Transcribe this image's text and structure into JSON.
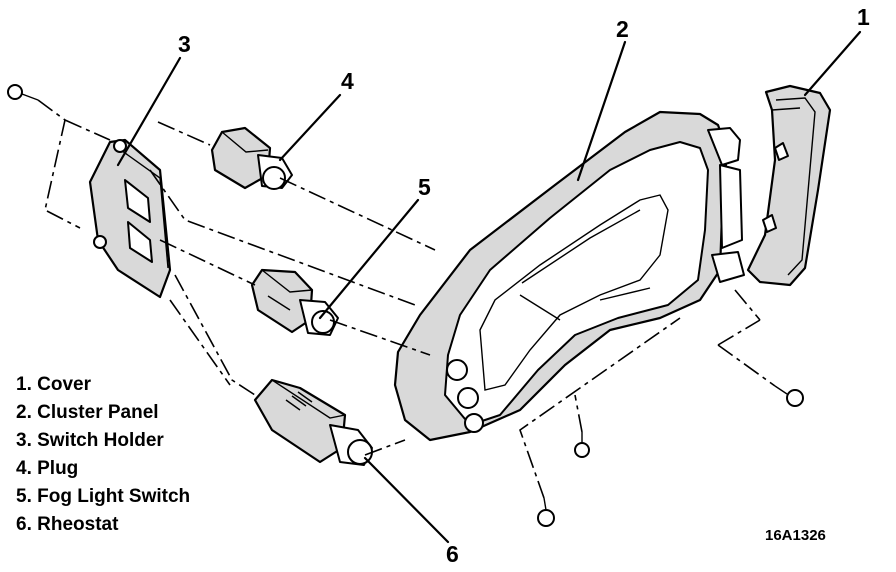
{
  "callouts": {
    "c1": "1",
    "c2": "2",
    "c3": "3",
    "c4": "4",
    "c5": "5",
    "c6": "6"
  },
  "legend": [
    "1. Cover",
    "2. Cluster Panel",
    "3. Switch Holder",
    "4. Plug",
    "5. Fog Light Switch",
    "6. Rheostat"
  ],
  "figure_code": "16A1326",
  "icons": [
    "screw-icon",
    "cover-part",
    "cluster-panel-part",
    "switch-holder-part",
    "plug-part",
    "fog-light-switch-part",
    "rheostat-part"
  ]
}
